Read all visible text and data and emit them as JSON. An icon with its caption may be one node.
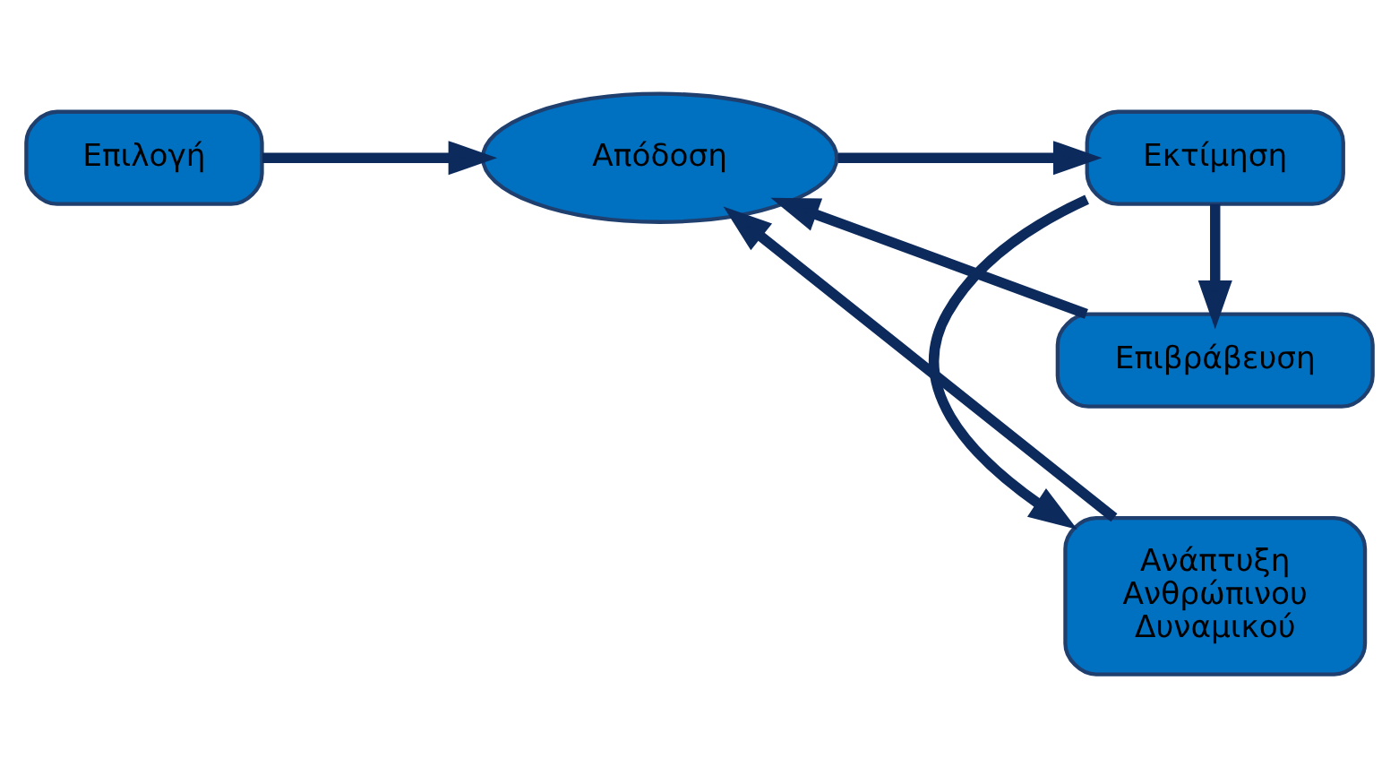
{
  "diagram": {
    "nodes": [
      {
        "text": [
          "Επιλογή"
        ]
      },
      {
        "text": [
          "Απόδοση"
        ]
      },
      {
        "text": [
          "Ανάπτυξη Ανθρώπινου Δυναμικού"
        ]
      },
      {
        "text": [
          "Εκτίμηση"
        ]
      },
      {
        "text": [
          "Επιβράβευση"
        ]
      }
    ],
    "edges": [
      {
        "from": 0,
        "to": 1,
        "arrow": "to"
      },
      {
        "from": 1,
        "to": 3,
        "arrow": "to"
      },
      {
        "from": 3,
        "to": 2,
        "arrow": "to"
      },
      {
        "from": 3,
        "to": 4,
        "arrow": "to"
      },
      {
        "from": 2,
        "to": 1,
        "arrow": "to"
      },
      {
        "from": 4,
        "to": 1,
        "arrow": "to"
      }
    ]
  }
}
